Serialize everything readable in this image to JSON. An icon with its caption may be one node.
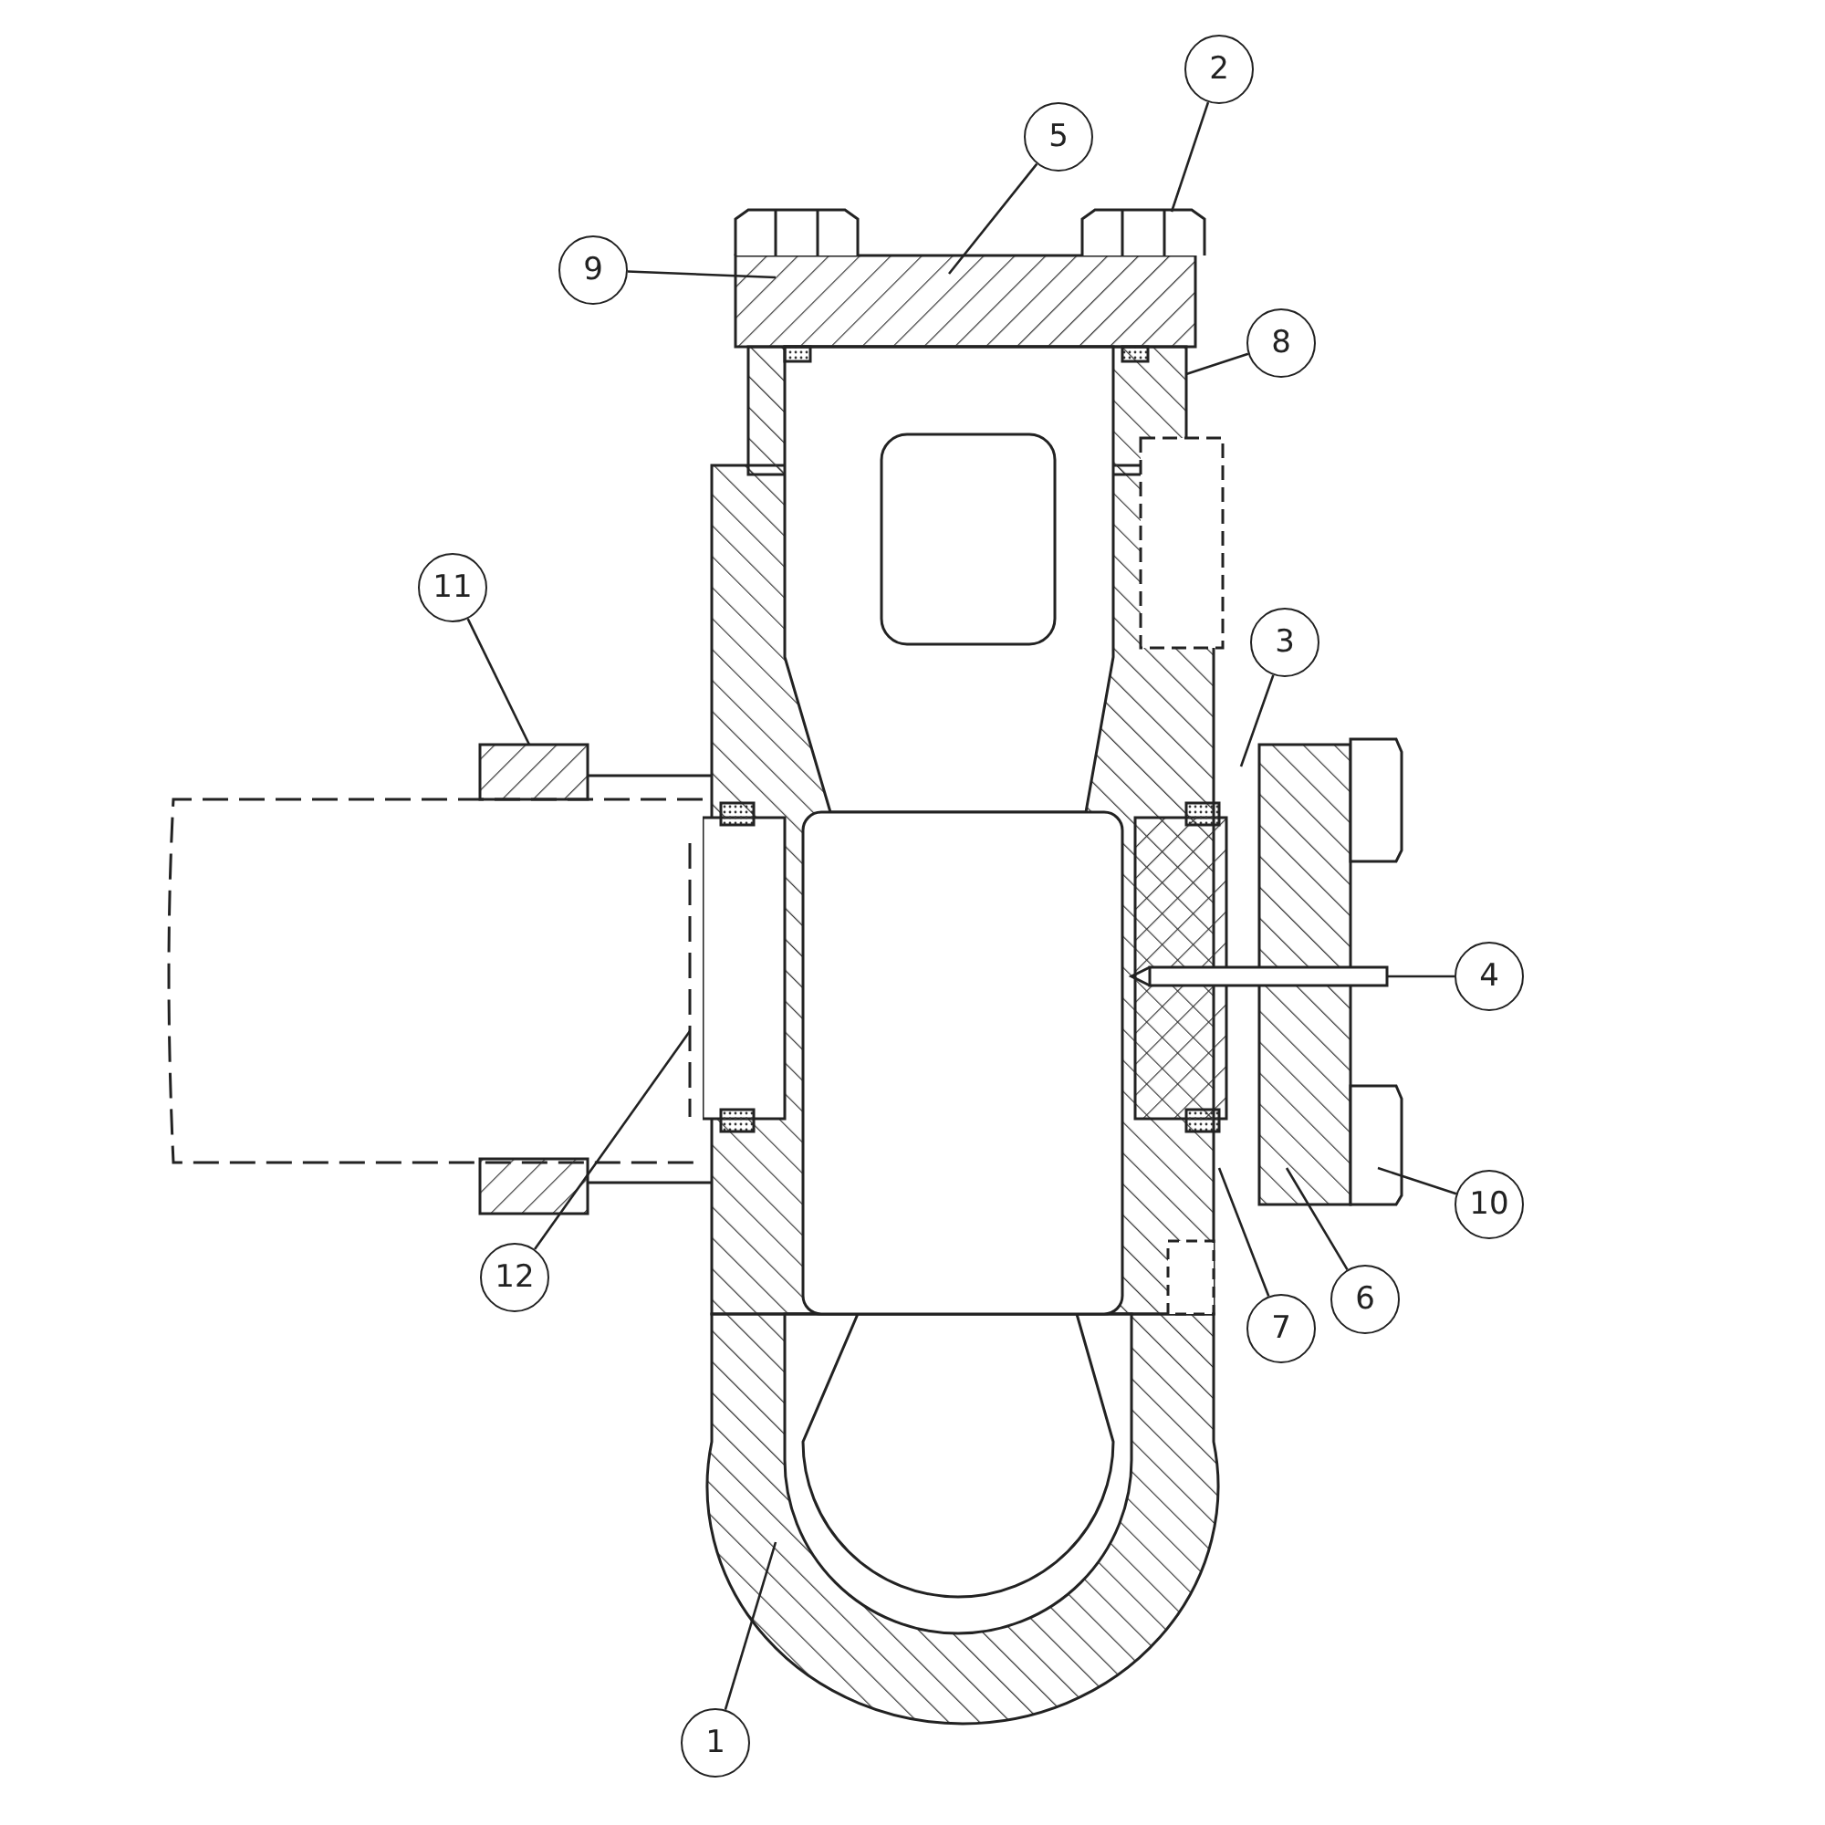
{
  "diagram": {
    "nodes": [
      {
        "text": [
          "2"
        ]
      },
      {
        "text": [
          "5"
        ]
      },
      {
        "text": [
          "9"
        ]
      },
      {
        "text": [
          "8"
        ]
      },
      {
        "text": [
          "11"
        ]
      },
      {
        "text": [
          "3"
        ]
      },
      {
        "text": [
          "4"
        ]
      },
      {
        "text": [
          "10"
        ]
      },
      {
        "text": [
          "12"
        ]
      },
      {
        "text": [
          "6"
        ]
      },
      {
        "text": [
          "7"
        ]
      },
      {
        "text": [
          "1"
        ]
      }
    ],
    "edges": [
      {
        "from": 0,
        "to": null,
        "arrow": "none"
      },
      {
        "from": 1,
        "to": null,
        "arrow": "none"
      },
      {
        "from": 2,
        "to": null,
        "arrow": "none"
      },
      {
        "from": 3,
        "to": null,
        "arrow": "none"
      },
      {
        "from": 4,
        "to": null,
        "arrow": "none"
      },
      {
        "from": 5,
        "to": null,
        "arrow": "none"
      },
      {
        "from": 6,
        "to": null,
        "arrow": "none"
      },
      {
        "from": 7,
        "to": null,
        "arrow": "none"
      },
      {
        "from": 8,
        "to": null,
        "arrow": "none"
      },
      {
        "from": 9,
        "to": null,
        "arrow": "none"
      },
      {
        "from": 10,
        "to": null,
        "arrow": "none"
      },
      {
        "from": 11,
        "to": null,
        "arrow": "none"
      }
    ]
  }
}
